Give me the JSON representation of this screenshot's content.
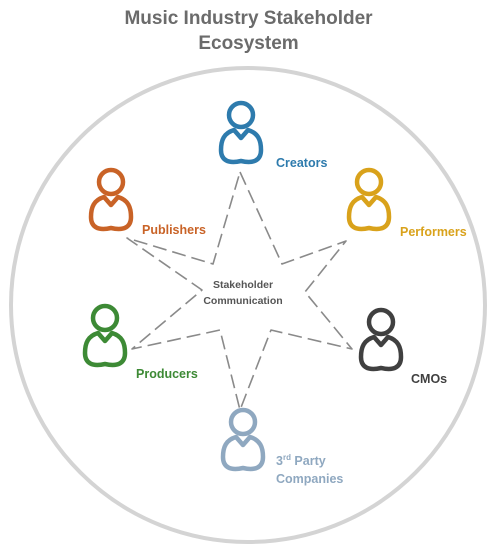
{
  "title": {
    "line1": "Music Industry Stakeholder",
    "line2": "Ecosystem"
  },
  "center": {
    "line1": "Stakeholder",
    "line2": "Communication"
  },
  "stakeholders": [
    {
      "id": "creators",
      "label": "Creators",
      "color": "#2e7bad",
      "icon": "person-icon"
    },
    {
      "id": "performers",
      "label": "Performers",
      "color": "#d9a21b",
      "icon": "person-icon"
    },
    {
      "id": "cmos",
      "label": "CMOs",
      "color": "#404040",
      "icon": "person-icon"
    },
    {
      "id": "third-party",
      "label_pre": "3",
      "label_sup": "rd",
      "label_post": " Party",
      "label_line2": "Companies",
      "color": "#8fa8c0",
      "icon": "person-icon"
    },
    {
      "id": "producers",
      "label": "Producers",
      "color": "#3d8a35",
      "icon": "person-icon"
    },
    {
      "id": "publishers",
      "label": "Publishers",
      "color": "#c96327",
      "icon": "person-icon"
    }
  ],
  "colors": {
    "ring": "#d4d4d4",
    "star": "#8a8a8a",
    "title": "#6b6b6b"
  }
}
